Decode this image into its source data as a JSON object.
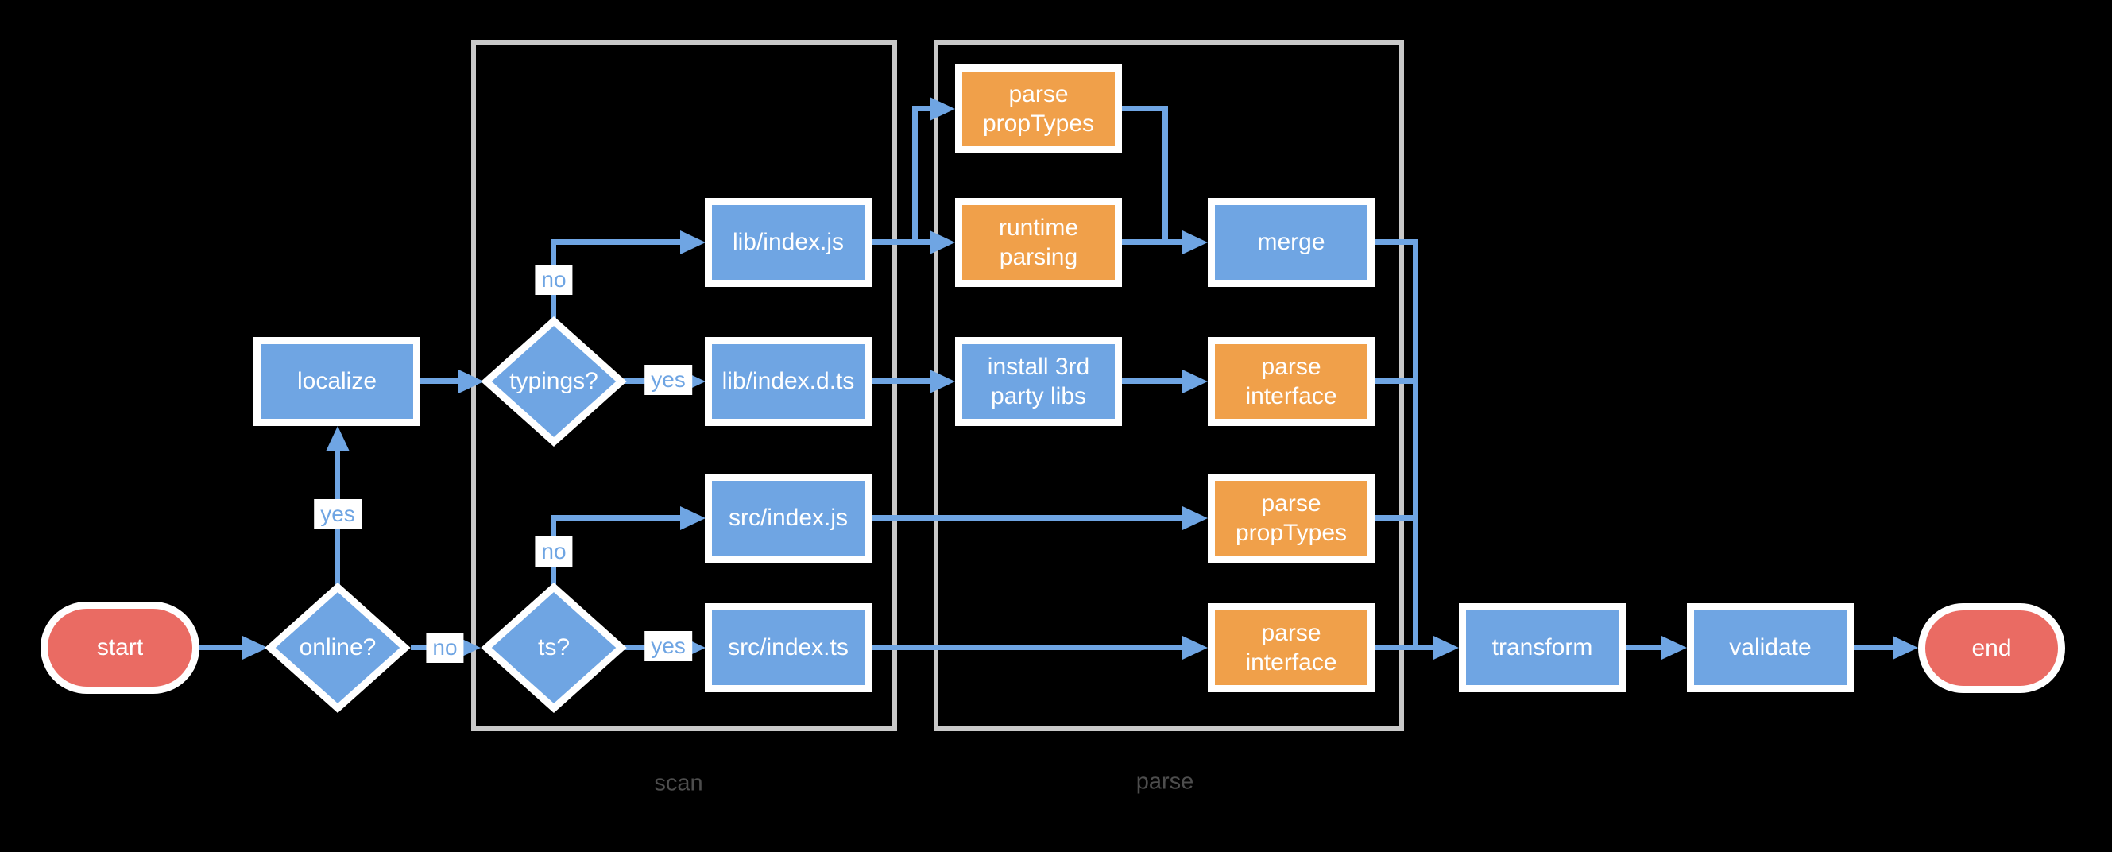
{
  "colors": {
    "background": "#000000",
    "node_blue": "#6fa5e3",
    "node_orange": "#f0a04a",
    "terminal_red": "#ea6b63",
    "edge_blue": "#6fa5e3",
    "node_border": "#ffffff",
    "node_text": "#ffffff",
    "container_border": "#c9c9c9",
    "container_label_color": "#4d4d4d",
    "edge_label_bg": "#ffffff",
    "edge_label_color": "#6fa5e3"
  },
  "containers": {
    "scan": {
      "label": "scan"
    },
    "parse": {
      "label": "parse"
    }
  },
  "nodes": {
    "start": {
      "label": "start",
      "type": "terminal"
    },
    "online": {
      "label": "online?",
      "type": "decision"
    },
    "localize": {
      "label": "localize",
      "type": "process"
    },
    "typings": {
      "label": "typings?",
      "type": "decision"
    },
    "ts": {
      "label": "ts?",
      "type": "decision"
    },
    "lib_index_js": {
      "label": "lib/index.js",
      "type": "process"
    },
    "lib_index_d_ts": {
      "label": "lib/index.d.ts",
      "type": "process"
    },
    "src_index_js": {
      "label": "src/index.js",
      "type": "process"
    },
    "src_index_ts": {
      "label": "src/index.ts",
      "type": "process"
    },
    "parse_proptypes_top": {
      "label": "parse\npropTypes",
      "type": "operation"
    },
    "runtime_parsing": {
      "label": "runtime\nparsing",
      "type": "operation"
    },
    "install_3rd_party": {
      "label": "install 3rd\nparty libs",
      "type": "process"
    },
    "merge": {
      "label": "merge",
      "type": "process"
    },
    "parse_interface_mid": {
      "label": "parse\ninterface",
      "type": "operation"
    },
    "parse_proptypes_bottom": {
      "label": "parse\npropTypes",
      "type": "operation"
    },
    "parse_interface_bottom": {
      "label": "parse\ninterface",
      "type": "operation"
    },
    "transform": {
      "label": "transform",
      "type": "process"
    },
    "validate": {
      "label": "validate",
      "type": "process"
    },
    "end": {
      "label": "end",
      "type": "terminal"
    }
  },
  "edge_labels": {
    "online_yes": "yes",
    "online_no": "no",
    "typings_yes": "yes",
    "typings_no": "no",
    "ts_yes": "yes",
    "ts_no": "no"
  }
}
